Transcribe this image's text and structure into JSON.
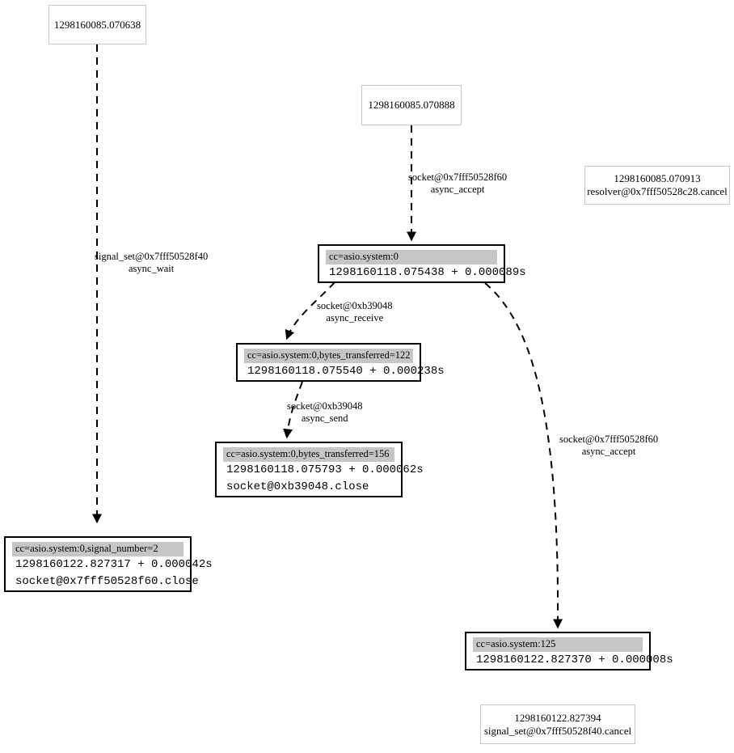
{
  "diagram": {
    "title": "asio handler tracking graph",
    "background": "#ffffff",
    "record_header_fill": "#c6c6c6",
    "record_border": "#000000",
    "plain_border": "#c8c8c8",
    "edge_color": "#000000",
    "edge_style": "dashed"
  },
  "plain_nodes": [
    {
      "id": "t070638",
      "lines": [
        "1298160085.070638"
      ]
    },
    {
      "id": "t070888",
      "lines": [
        "1298160085.070888"
      ]
    },
    {
      "id": "t070913",
      "lines": [
        "1298160085.070913",
        "resolver@0x7fff50528c28.cancel"
      ]
    },
    {
      "id": "t827394",
      "lines": [
        "1298160122.827394",
        "signal_set@0x7fff50528f40.cancel"
      ]
    }
  ],
  "record_nodes": [
    {
      "id": "n0",
      "header": "cc=asio.system:0",
      "lines": [
        "1298160118.075438 + 0.000089s"
      ]
    },
    {
      "id": "n122",
      "header": "cc=asio.system:0,bytes_transferred=122",
      "lines": [
        "1298160118.075540 + 0.000238s"
      ]
    },
    {
      "id": "n156",
      "header": "cc=asio.system:0,bytes_transferred=156",
      "lines": [
        "1298160118.075793 + 0.000062s",
        "socket@0xb39048.close"
      ]
    },
    {
      "id": "nsig",
      "header": "cc=asio.system:0,signal_number=2",
      "lines": [
        "1298160122.827317 + 0.000042s",
        "socket@0x7fff50528f60.close"
      ]
    },
    {
      "id": "n125",
      "header": "cc=asio.system:125",
      "lines": [
        "1298160122.827370 + 0.000008s"
      ]
    }
  ],
  "edges": [
    {
      "id": "e1",
      "from": "t070638",
      "to": "nsig",
      "label_line1": "signal_set@0x7fff50528f40",
      "label_line2": "async_wait"
    },
    {
      "id": "e2",
      "from": "t070888",
      "to": "n0",
      "label_line1": "socket@0x7fff50528f60",
      "label_line2": "async_accept"
    },
    {
      "id": "e3",
      "from": "n0",
      "to": "n122",
      "label_line1": "socket@0xb39048",
      "label_line2": "async_receive"
    },
    {
      "id": "e4",
      "from": "n122",
      "to": "n156",
      "label_line1": "socket@0xb39048",
      "label_line2": "async_send"
    },
    {
      "id": "e5",
      "from": "n0",
      "to": "n125",
      "label_line1": "socket@0x7fff50528f60",
      "label_line2": "async_accept"
    }
  ]
}
